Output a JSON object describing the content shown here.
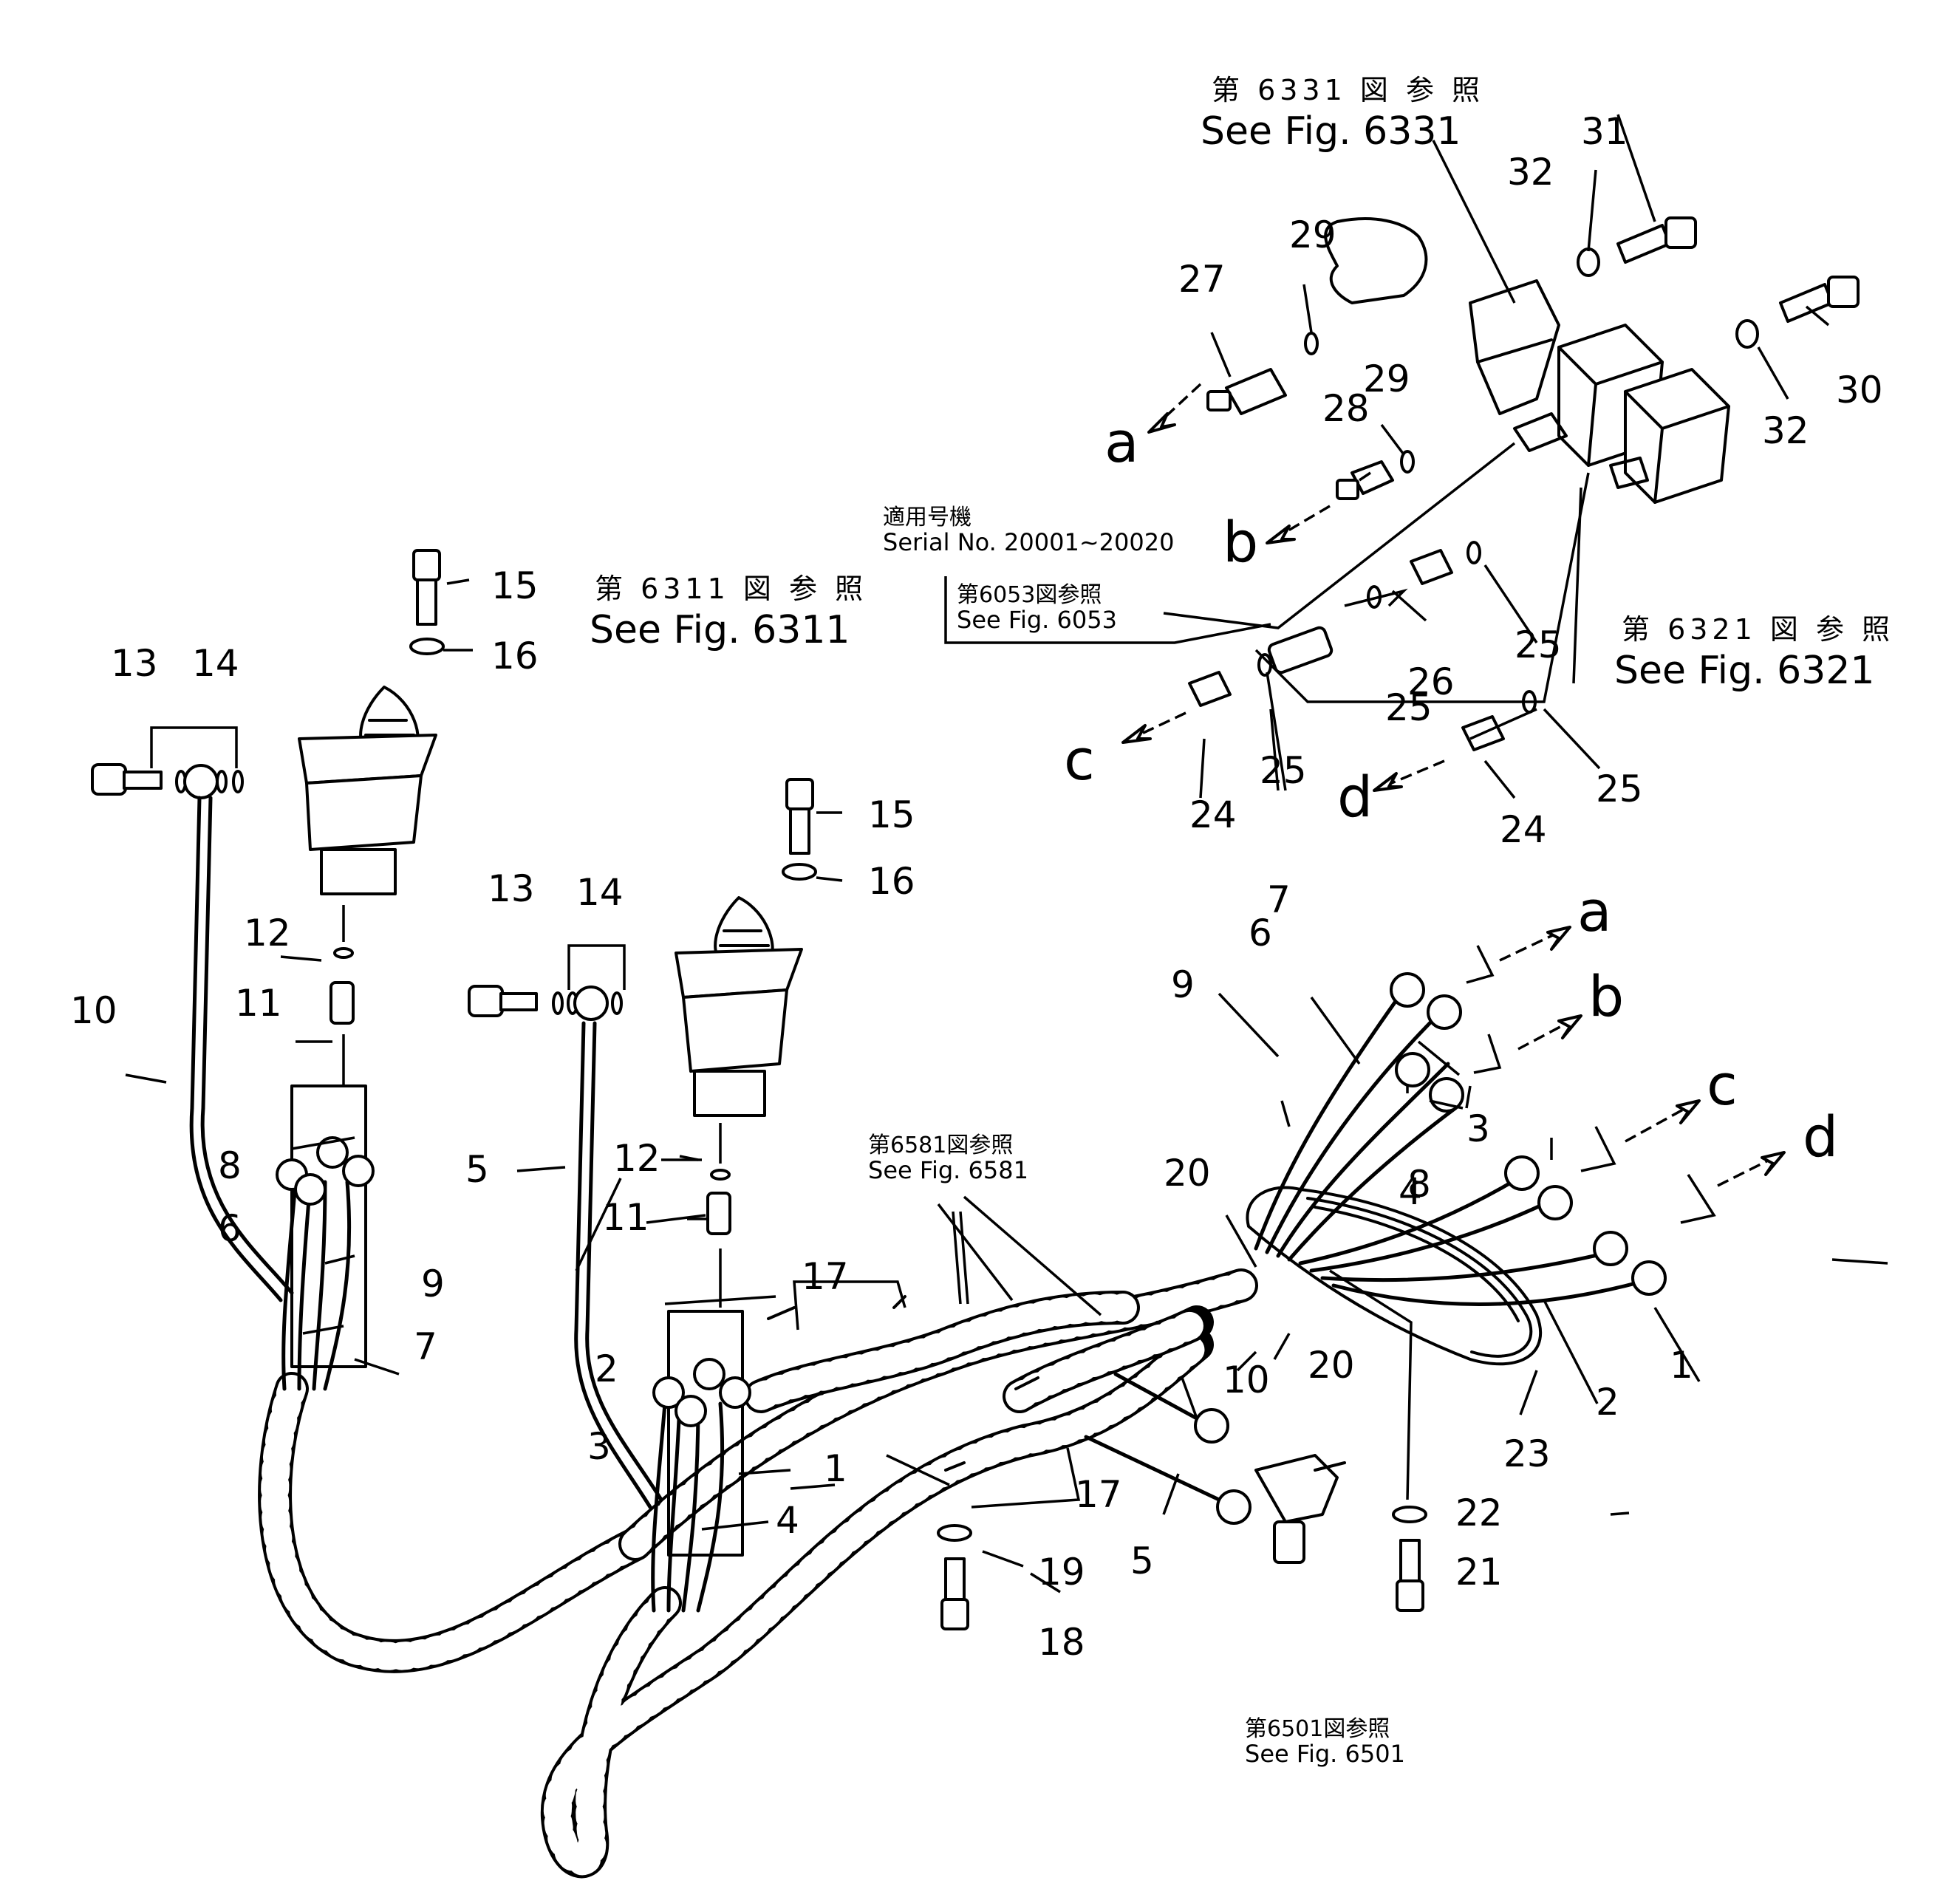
{
  "callouts": [
    {
      "id": "1",
      "text": "1"
    },
    {
      "id": "2",
      "text": "2"
    },
    {
      "id": "3",
      "text": "3"
    },
    {
      "id": "4",
      "text": "4"
    },
    {
      "id": "5",
      "text": "5"
    },
    {
      "id": "6",
      "text": "6"
    },
    {
      "id": "7",
      "text": "7"
    },
    {
      "id": "8",
      "text": "8"
    },
    {
      "id": "9",
      "text": "9"
    },
    {
      "id": "10",
      "text": "10"
    },
    {
      "id": "11",
      "text": "11"
    },
    {
      "id": "12",
      "text": "12"
    },
    {
      "id": "13",
      "text": "13"
    },
    {
      "id": "14",
      "text": "14"
    },
    {
      "id": "15",
      "text": "15"
    },
    {
      "id": "16",
      "text": "16"
    },
    {
      "id": "17",
      "text": "17"
    },
    {
      "id": "18",
      "text": "18"
    },
    {
      "id": "19",
      "text": "19"
    },
    {
      "id": "20",
      "text": "20"
    },
    {
      "id": "21",
      "text": "21"
    },
    {
      "id": "22",
      "text": "22"
    },
    {
      "id": "23",
      "text": "23"
    },
    {
      "id": "24",
      "text": "24"
    },
    {
      "id": "25",
      "text": "25"
    },
    {
      "id": "26",
      "text": "26"
    },
    {
      "id": "27",
      "text": "27"
    },
    {
      "id": "28",
      "text": "28"
    },
    {
      "id": "29",
      "text": "29"
    },
    {
      "id": "30",
      "text": "30"
    },
    {
      "id": "31",
      "text": "31"
    },
    {
      "id": "32",
      "text": "32"
    }
  ],
  "connections": {
    "a": "a",
    "b": "b",
    "c": "c",
    "d": "d"
  },
  "refs": {
    "fig6331": {
      "jp": "第 6331 図 参 照",
      "en": "See Fig. 6331"
    },
    "fig6321": {
      "jp": "第 6321 図 参 照",
      "en": "See Fig. 6321"
    },
    "fig6311": {
      "jp": "第 6311 図 参 照",
      "en": "See Fig. 6311"
    },
    "fig6053": {
      "jp": "第6053図参照",
      "en": "See Fig. 6053"
    },
    "fig6581": {
      "jp": "第6581図参照",
      "en": "See Fig. 6581"
    },
    "fig6501": {
      "jp": "第6501図参照",
      "en": "See Fig. 6501"
    },
    "serial": {
      "jp": "適用号機",
      "en": "Serial No. 20001~20020"
    }
  }
}
